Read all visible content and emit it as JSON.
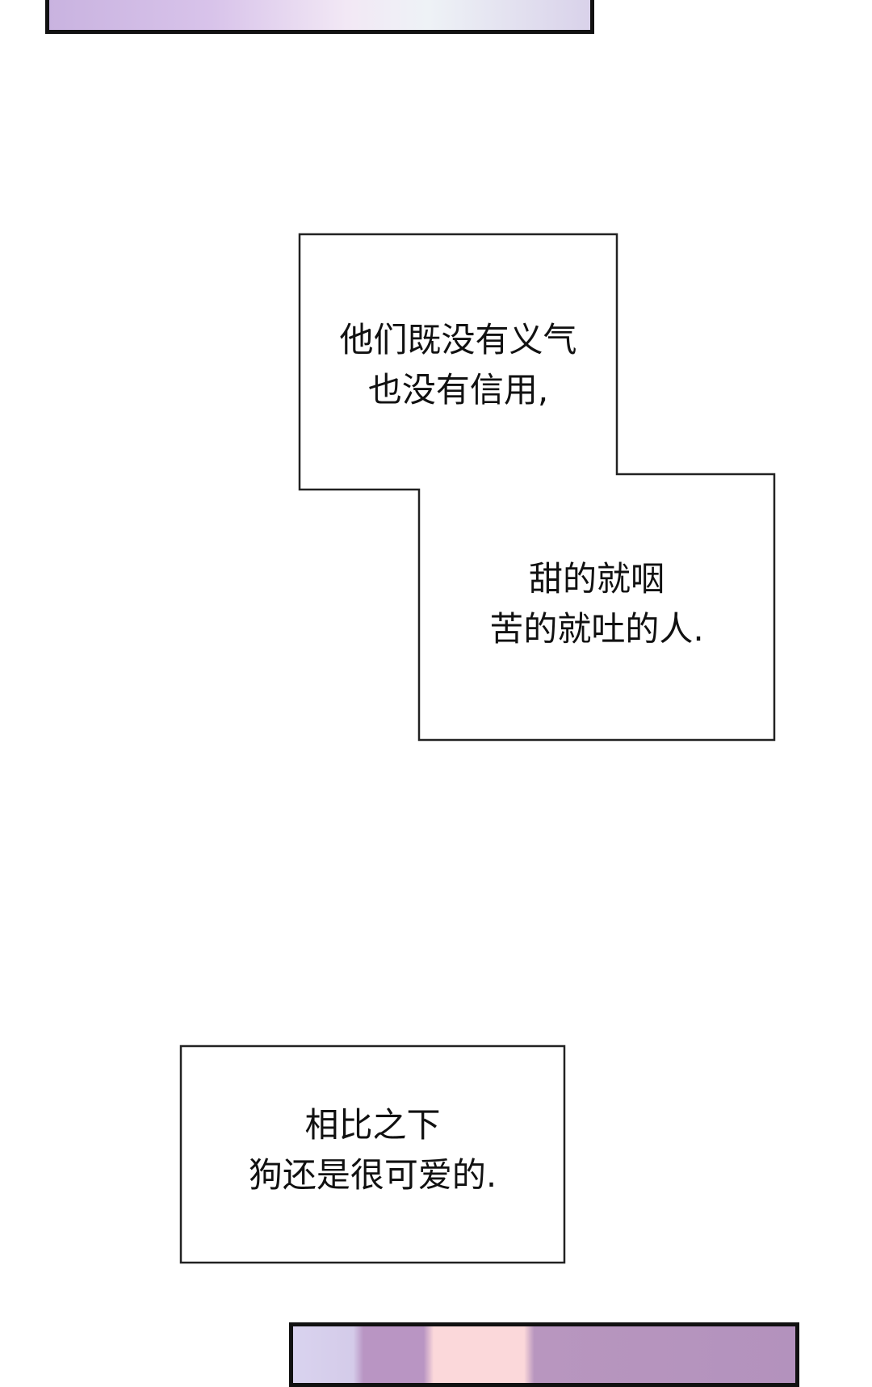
{
  "captions": {
    "box1": {
      "line1": "他们既没有义气",
      "line2": "也没有信用,"
    },
    "box2": {
      "line1": "甜的就咽",
      "line2": "苦的就吐的人."
    },
    "box3": {
      "line1": "相比之下",
      "line2": "狗还是很可爱的."
    }
  },
  "colors": {
    "border": "#111111",
    "panel_lavender": "#c9b3e0",
    "panel_pink": "#fbd8da"
  }
}
